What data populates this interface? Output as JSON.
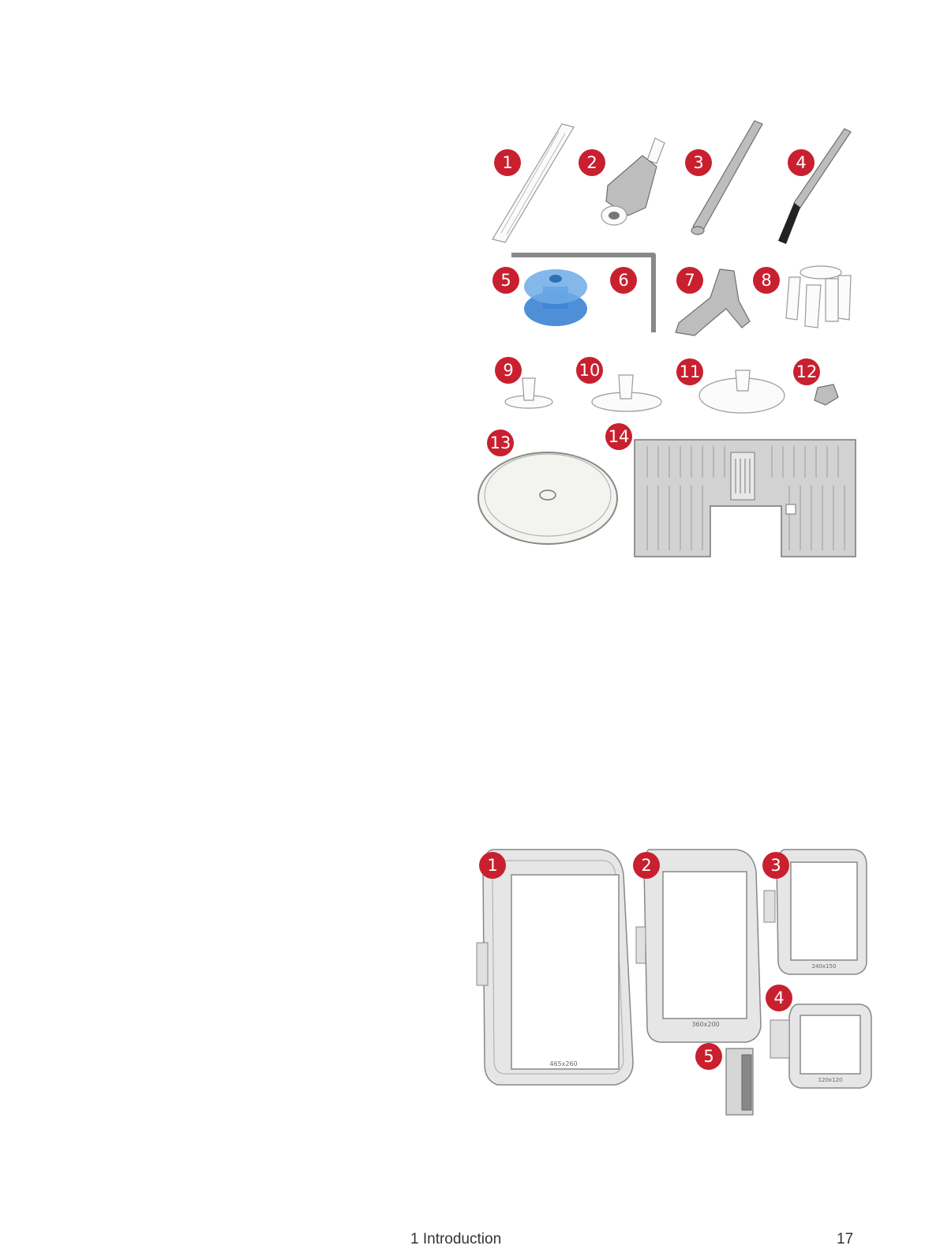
{
  "accessories_figure": {
    "badges": [
      {
        "label": "1"
      },
      {
        "label": "2"
      },
      {
        "label": "3"
      },
      {
        "label": "4"
      },
      {
        "label": "5"
      },
      {
        "label": "6"
      },
      {
        "label": "7"
      },
      {
        "label": "8"
      },
      {
        "label": "9"
      },
      {
        "label": "10"
      },
      {
        "label": "11"
      },
      {
        "label": "12"
      },
      {
        "label": "13"
      },
      {
        "label": "14"
      }
    ],
    "colors": {
      "badge": "#c8202f",
      "bobbin": "#4a8fd6"
    }
  },
  "hoops_figure": {
    "badges": [
      {
        "label": "1"
      },
      {
        "label": "2"
      },
      {
        "label": "3"
      },
      {
        "label": "4"
      },
      {
        "label": "5"
      }
    ],
    "hoop_labels": {
      "hoop1": "465x260",
      "hoop2": "360x200",
      "hoop3": "240x150",
      "hoop4": "120x120"
    }
  },
  "footer": {
    "chapter": "1 Introduction",
    "page_number": "17"
  }
}
